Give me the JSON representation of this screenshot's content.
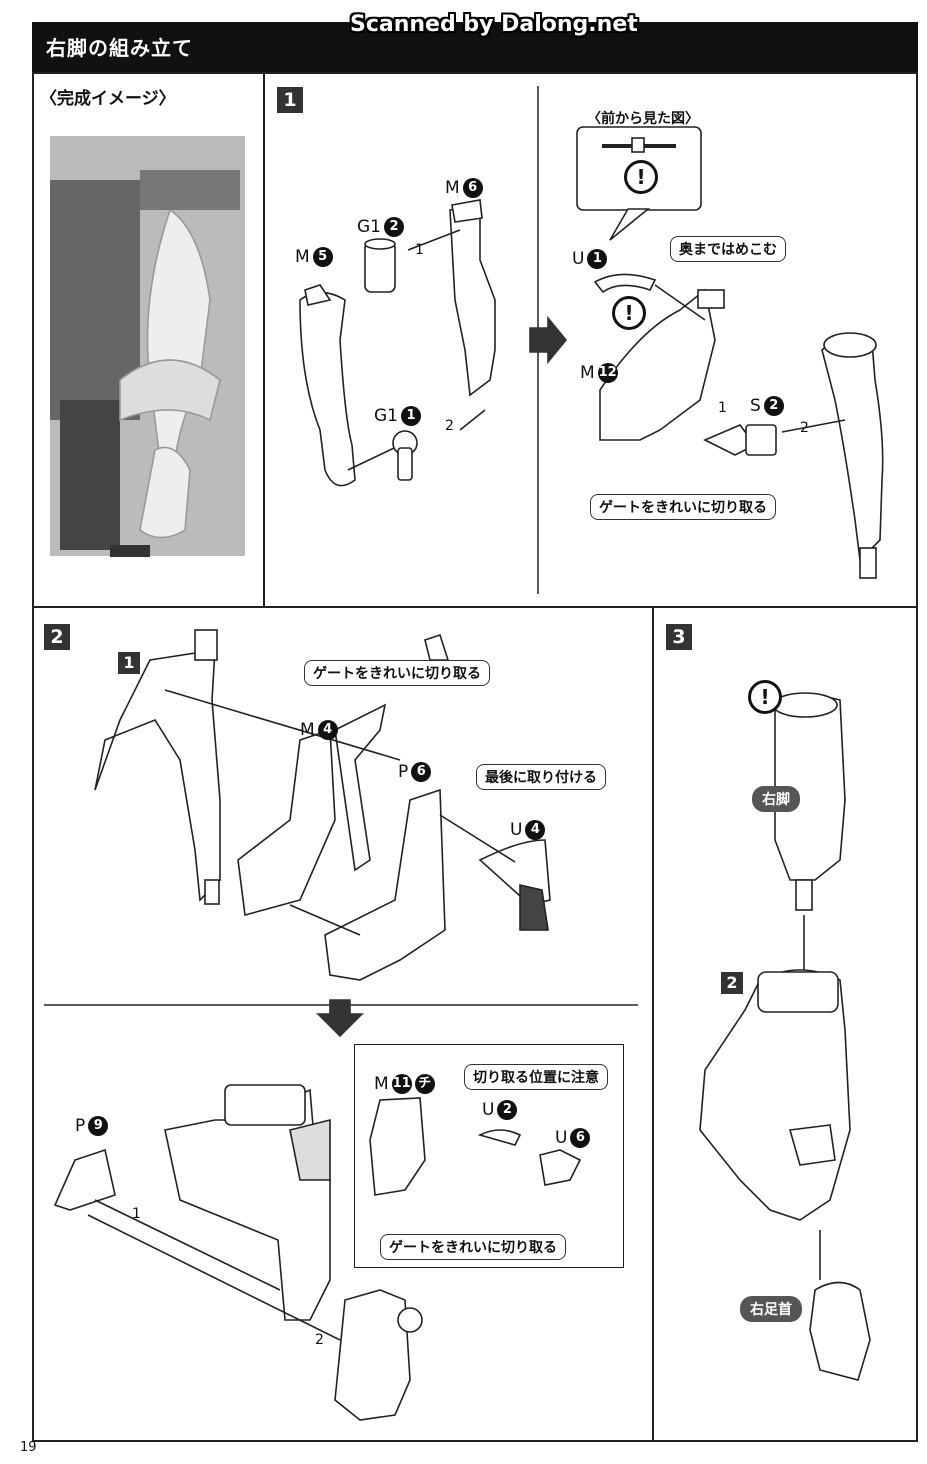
{
  "header": {
    "title": "右脚の組み立て",
    "watermark": "Scanned by Dalong.net"
  },
  "image_panel": {
    "title": "〈完成イメージ〉"
  },
  "step1": {
    "badge": "1",
    "parts": {
      "m6": "M",
      "m6_num": "6",
      "g1_2": "G1",
      "g1_2_num": "2",
      "m5": "M",
      "m5_num": "5",
      "g1_1": "G1",
      "g1_1_num": "1"
    },
    "order_1": "1",
    "order_2": "2"
  },
  "step1b": {
    "front_view": "〈前から見た図〉",
    "press_in": "奥まではめこむ",
    "gate_trim": "ゲートをきれいに切り取る",
    "parts": {
      "u1": "U",
      "u1_num": "1",
      "m12": "M",
      "m12_num": "12",
      "s2": "S",
      "s2_num": "2"
    },
    "order_1": "1",
    "order_2": "2"
  },
  "step2": {
    "badge": "2",
    "sub1": "1",
    "gate_trim": "ゲートをきれいに切り取る",
    "attach_last": "最後に取り付ける",
    "parts": {
      "m4": "M",
      "m4_num": "4",
      "p6": "P",
      "p6_num": "6",
      "u4": "U",
      "u4_num": "4"
    }
  },
  "step2b": {
    "cut_position": "切り取る位置に注意",
    "gate_trim": "ゲートをきれいに切り取る",
    "parts": {
      "p9": "P",
      "p9_num": "9",
      "m11": "M",
      "m11_num": "11",
      "m11_extra": "チ",
      "u2": "U",
      "u2_num": "2",
      "u6": "U",
      "u6_num": "6"
    },
    "order_1": "1",
    "order_2": "2"
  },
  "step3": {
    "badge": "3",
    "sub2": "2",
    "right_leg": "右脚",
    "right_ankle": "右足首"
  },
  "footer": {
    "page_number": "19"
  }
}
